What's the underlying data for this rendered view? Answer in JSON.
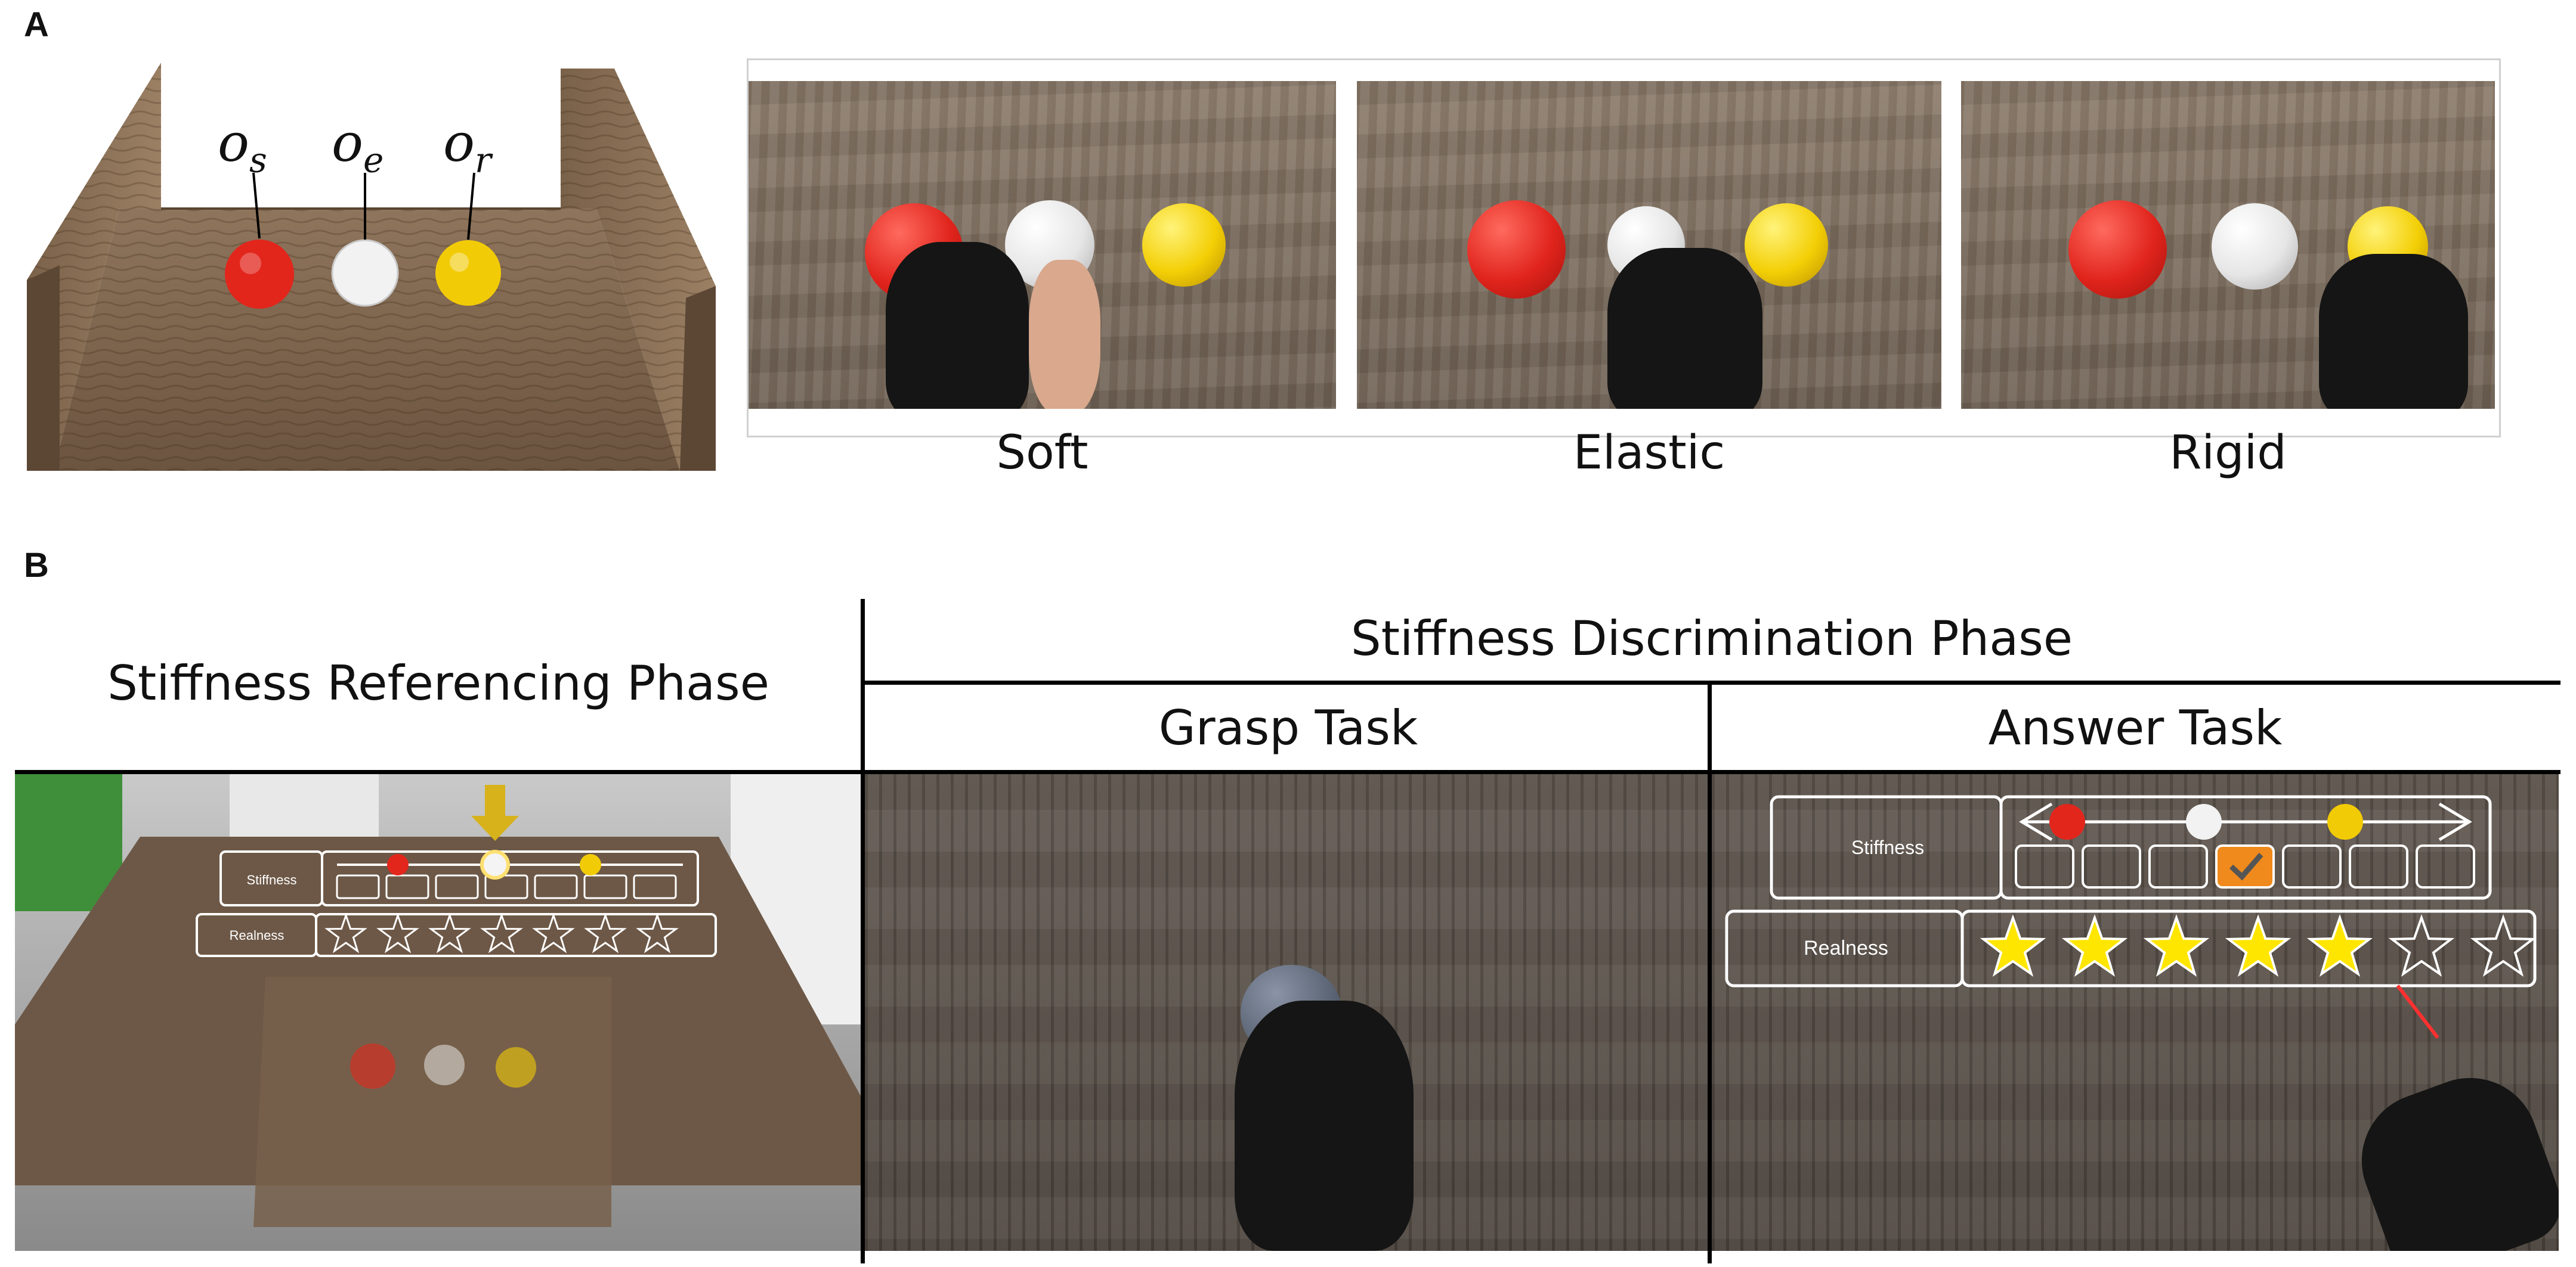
{
  "panel_a": {
    "letter": "A",
    "labels": {
      "soft_obj": "o",
      "soft_sub": "s",
      "elastic_obj": "o",
      "elastic_sub": "e",
      "rigid_obj": "o",
      "rigid_sub": "r"
    },
    "captions": [
      "Soft",
      "Elastic",
      "Rigid"
    ]
  },
  "panel_b": {
    "letter": "B",
    "headers": {
      "referencing": "Stiffness Referencing Phase",
      "discrimination": "Stiffness Discrimination Phase",
      "grasp": "Grasp Task",
      "answer": "Answer Task"
    },
    "ui": {
      "stiffness_label": "Stiffness",
      "realness_label": "Realness",
      "stiffness_slots": 7,
      "selected_slot": 4,
      "realness_rating_left": 0,
      "realness_rating_right": 5,
      "stars_total": 7
    }
  },
  "colors": {
    "red_ball": "#e0241c",
    "white_ball": "#f0f0f0",
    "yellow_ball": "#f3cf06",
    "selected_slot": "#f08a1c",
    "star": "#ffe600"
  }
}
